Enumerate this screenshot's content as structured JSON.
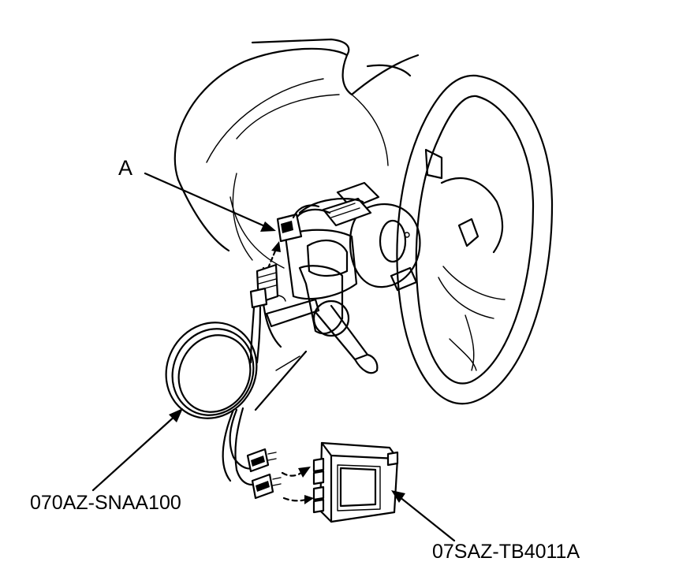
{
  "labels": {
    "part_a": "A",
    "harness": "070AZ-SNAA100",
    "test_box": "07SAZ-TB4011A"
  },
  "colors": {
    "ink": "#000000",
    "paper": "#ffffff"
  }
}
